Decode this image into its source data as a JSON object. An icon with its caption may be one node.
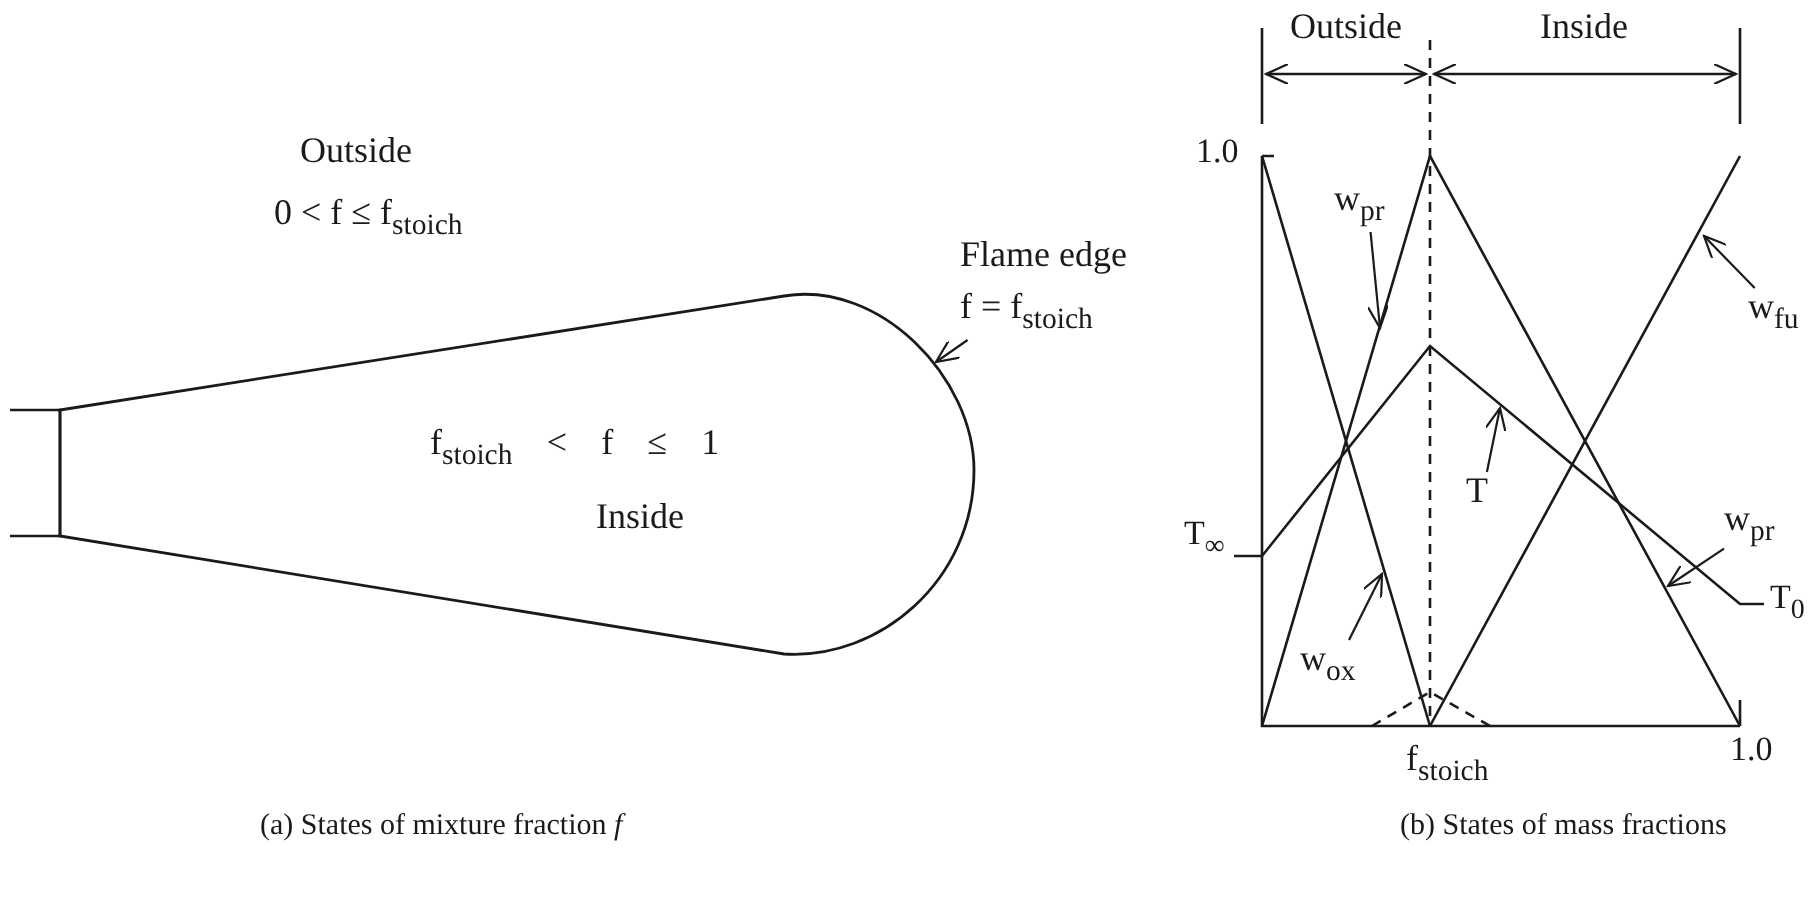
{
  "diagram": {
    "nodes": [
      {
        "text": [
          "f$_{stoich}$ < f ≤ 1",
          "Inside"
        ]
      },
      {
        "text": [
          "Flame edge",
          "f = f$_{stoich}$"
        ]
      },
      {
        "text": [
          "w$_{pr}$"
        ]
      },
      {
        "text": [
          "w$_{fu}$"
        ]
      },
      {
        "text": [
          "T"
        ]
      },
      {
        "text": [
          "w$_{pr}$"
        ]
      },
      {
        "text": [
          "w$_{ox}$"
        ]
      }
    ],
    "edges": [
      {
        "from": 1,
        "to": 0,
        "arrow": "to"
      },
      {
        "from": 2,
        "to": null,
        "arrow": "to"
      },
      {
        "from": 3,
        "to": null,
        "arrow": "to"
      },
      {
        "from": 4,
        "to": null,
        "arrow": "to"
      },
      {
        "from": 5,
        "to": null,
        "arrow": "to"
      },
      {
        "from": 6,
        "to": null,
        "arrow": "to"
      }
    ],
    "labels": [
      "Outside",
      "Inside",
      "Outside",
      "0 < f ≤ f$_{stoich}$",
      "1.0",
      "T$_{∞}$",
      "T$_{0}$",
      "f$_{stoich}$",
      "1.0",
      "(a) States of mixture fraction *f*",
      "(b) States of mass fractions"
    ]
  }
}
